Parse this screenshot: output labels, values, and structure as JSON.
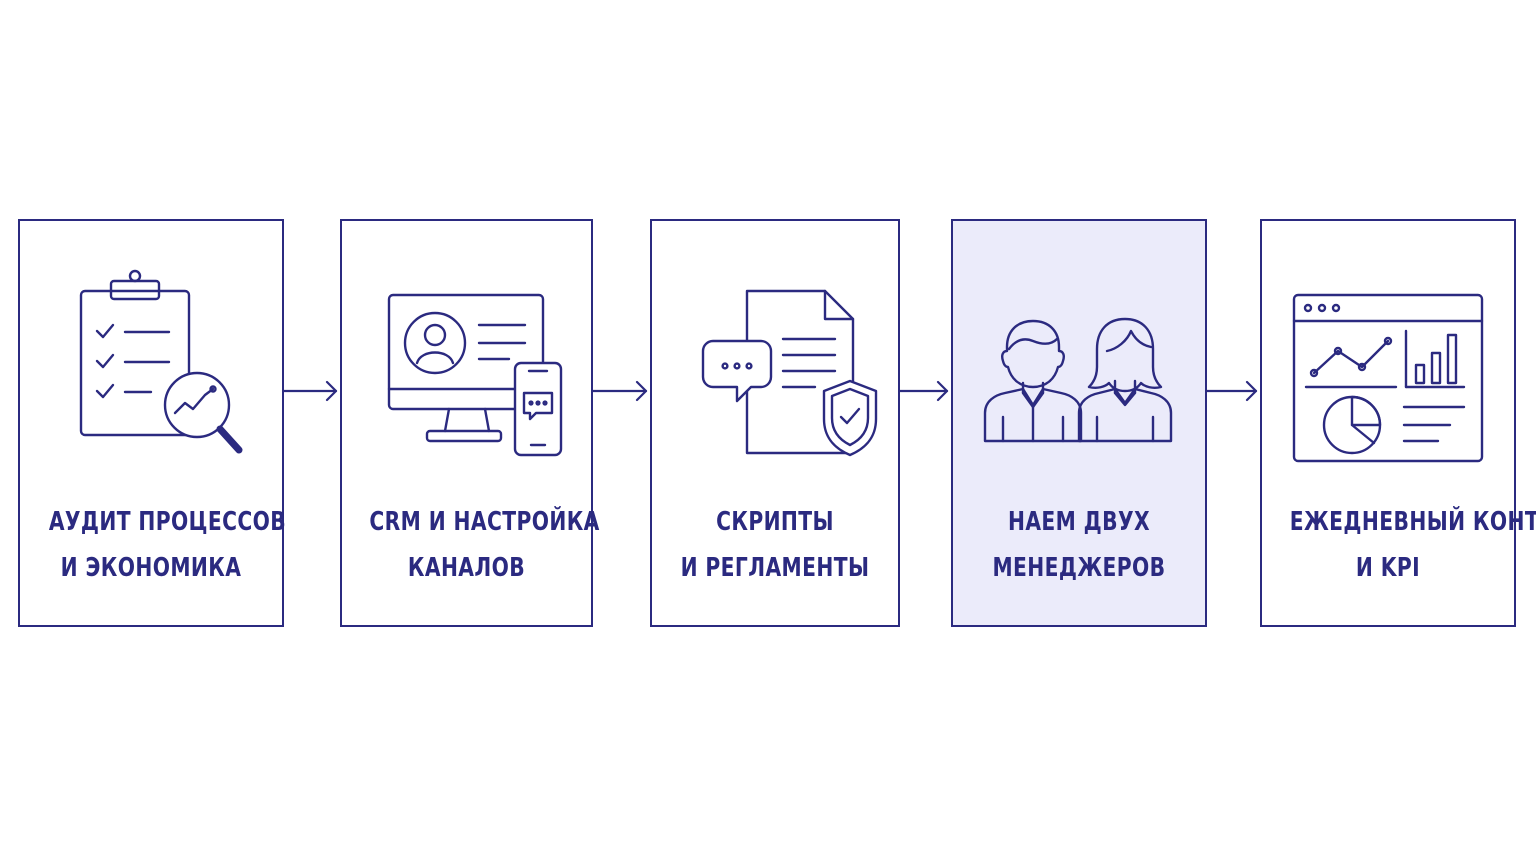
{
  "steps": [
    {
      "line1": "АУДИТ ПРОЦЕССОВ",
      "line2": "И ЭКОНОМИКА",
      "icon": "clipboard-analysis-icon"
    },
    {
      "line1": "CRM И НАСТРОЙКА",
      "line2": "КАНАЛОВ",
      "icon": "monitor-phone-icon"
    },
    {
      "line1": "СКРИПТЫ",
      "line2": "И РЕГЛАМЕНТЫ",
      "icon": "document-chat-shield-icon"
    },
    {
      "line1": "НАЕМ ДВУХ",
      "line2": "МЕНЕДЖЕРОВ",
      "icon": "two-managers-icon"
    },
    {
      "line1": "ЕЖЕДНЕВНЫЙ КОНТРОЛЬ",
      "line2": "И KPI",
      "icon": "dashboard-icon"
    }
  ],
  "colors": {
    "accent": "#2b2a80",
    "highlight_background": "#ebebfa",
    "background": "#ffffff"
  },
  "highlighted_step": 4
}
